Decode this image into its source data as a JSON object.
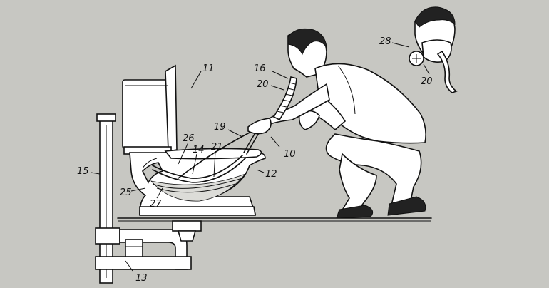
{
  "colors": {
    "background": "#c7c7c2",
    "ink": "#111111",
    "paper": "#ffffff"
  },
  "labels": {
    "l11": "11",
    "l15": "15",
    "l16": "16",
    "l20a": "20",
    "l19": "19",
    "l26": "26",
    "l14": "14",
    "l21": "21",
    "l10": "10",
    "l12": "12",
    "l25": "25",
    "l27": "27",
    "l13": "13",
    "l28": "28",
    "l20b": "20"
  }
}
